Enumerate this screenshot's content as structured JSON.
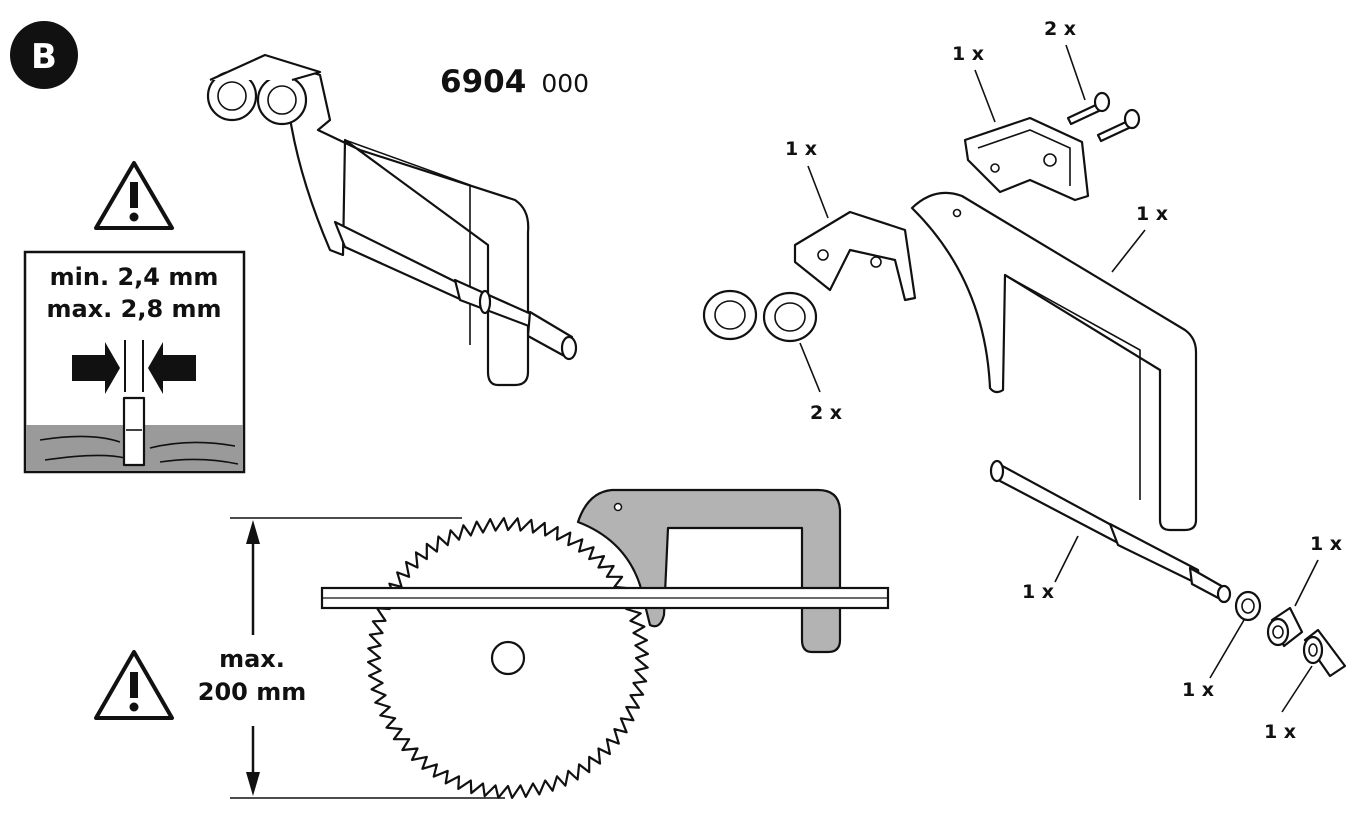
{
  "step_badge": "B",
  "part_number": {
    "main": "6904",
    "suffix": "000"
  },
  "thickness_box": {
    "line1": "min. 2,4 mm",
    "line2": "max. 2,8 mm"
  },
  "max_cut": {
    "line1": "max.",
    "line2": "200 mm"
  },
  "quantities": {
    "top_bracket": "1 x",
    "screws": "2 x",
    "angle_bracket": "1 x",
    "riving_knife": "1 x",
    "bushings": "2 x",
    "shaft": "1 x",
    "washer": "1 x",
    "spacer": "1 x",
    "sleeve": "1 x"
  },
  "icons": [
    "warning-triangle-icon",
    "compression-arrows-icon",
    "dimension-arrow-icon"
  ],
  "colors": {
    "ink": "#111111",
    "part_grey": "#b3b3b3",
    "wood_grey": "#9a9a9a"
  }
}
